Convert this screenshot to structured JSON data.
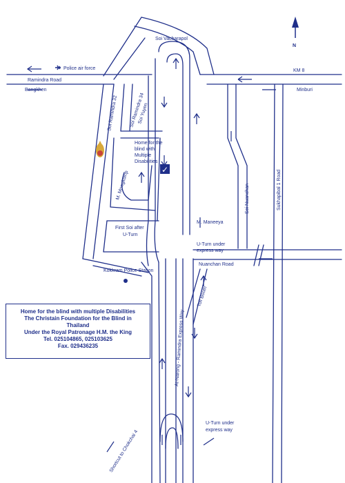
{
  "map": {
    "north_label": "N",
    "roads": {
      "soi_vacharapol": "Soi Vacharapol",
      "police_air_force": "Police air force",
      "km8": "KM 8",
      "ramindra_road": "Ramindra Road",
      "bangkhen": "Bangkhen",
      "minburi": "Minburi",
      "soi_ramindra_32": "Soi Ramindra 32",
      "soi_ramindra_34": "Soi Ramindra 34",
      "soi_yuyen": "Soi Yuyen",
      "soi_nuanchan": "Soi Nuanchan",
      "sukhapibal_1_road": "Sukhapibal 1 Road",
      "m_mongkolrip": "M. Mongkolrip",
      "m_maneeya": "M. Maneeya",
      "nuanchan_road": "Nuanchan Road",
      "first_soi_after_uturn_1": "First Soi after",
      "first_soi_after_uturn_2": "U-Turn",
      "uturn_under_1": "U-Turn under",
      "uturn_under_2": "express way",
      "uturn_under_b1": "U-Turn under",
      "uturn_under_b2": "express way",
      "kokkram_police": "Kokkram Police Station",
      "toll_booth": "Toll Booth",
      "expressway": "At-Narong - Ramindra Express Way",
      "shortcut": "Shortcut to Chokchai 4"
    },
    "destination": {
      "line1": "Home for the",
      "line2": "blind with",
      "line3": "Multiple",
      "line4": "Disabilities",
      "check": "✓"
    },
    "info_box": {
      "line1": "Home for the blind with multiple Disabilities",
      "line2": "The Christain Foundation for the Blind in",
      "line3": "Thailand",
      "line4": "Under the Royal Patronage H.M. the King",
      "line5": "Tel. 025104865, 025103625",
      "line6": "Fax. 029436235"
    },
    "colors": {
      "ink": "#1f2f8a",
      "background": "#ffffff",
      "logo_gold": "#d9a93a",
      "logo_red": "#c8443a"
    }
  }
}
